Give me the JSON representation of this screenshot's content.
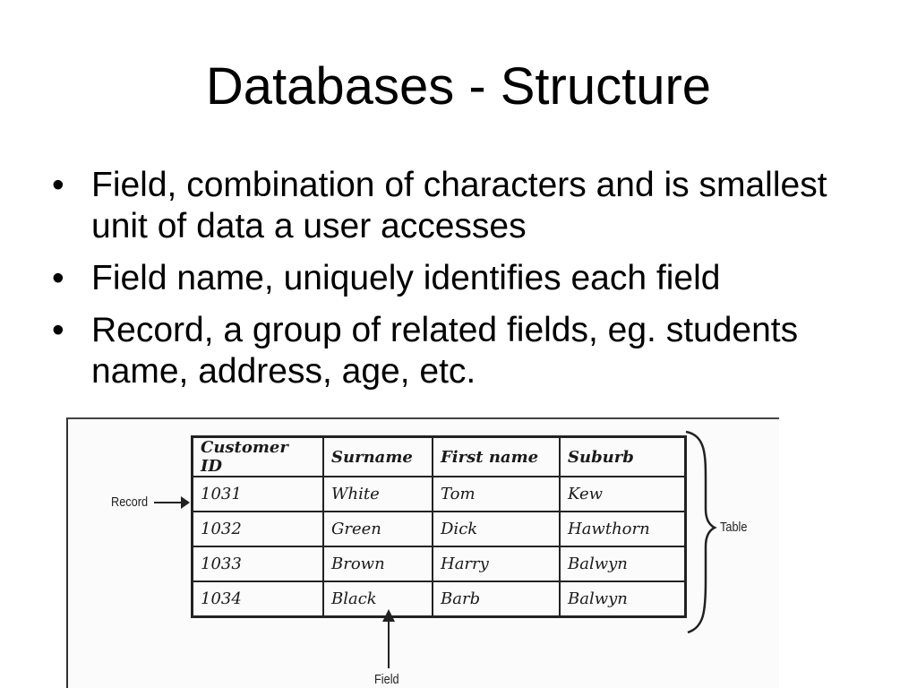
{
  "slide": {
    "title": "Databases - Structure",
    "bullet_symbol": "•",
    "bullets": [
      "Field, combination of characters and is smallest unit of data a user accesses",
      "Field name, uniquely identifies each field",
      "Record, a group of related fields, eg. students name, address, age, etc."
    ]
  },
  "figure": {
    "columns": [
      "Customer ID",
      "Surname",
      "First name",
      "Suburb"
    ],
    "rows": [
      [
        "1031",
        "White",
        "Tom",
        "Kew"
      ],
      [
        "1032",
        "Green",
        "Dick",
        "Hawthorn"
      ],
      [
        "1033",
        "Brown",
        "Harry",
        "Balwyn"
      ],
      [
        "1034",
        "Black",
        "Barb",
        "Balwyn"
      ]
    ],
    "labels": {
      "record": "Record",
      "table": "Table",
      "field": "Field"
    }
  }
}
